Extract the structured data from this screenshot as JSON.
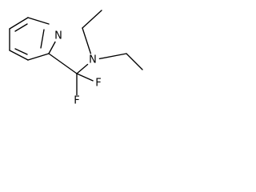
{
  "molecule": {
    "atom_labels": {
      "pyridine_nitrogen": "N",
      "amine_nitrogen": "N",
      "fluorine_1": "F",
      "fluorine_2": "F"
    },
    "colors": {
      "bond": "#000000",
      "text": "#000000",
      "background": "#ffffff"
    }
  }
}
